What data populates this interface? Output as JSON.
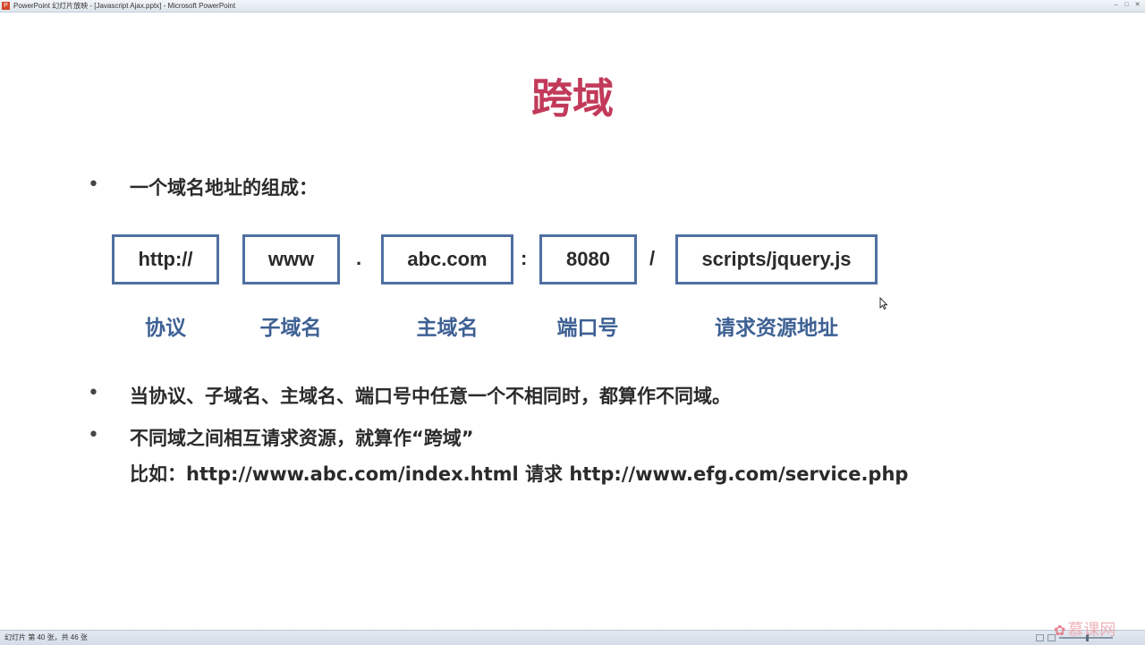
{
  "window": {
    "title": "PowerPoint 幻灯片放映 - [Javascript Ajax.pptx] - Microsoft PowerPoint",
    "app_icon": "P"
  },
  "slide": {
    "title": "跨域",
    "bullet1": "一个域名地址的组成：",
    "url_parts": {
      "protocol": "http://",
      "subdomain": "www",
      "dot": ".",
      "domain": "abc.com",
      "colon": ":",
      "port": "8080",
      "slash": "/",
      "resource": "scripts/jquery.js"
    },
    "labels": {
      "protocol": "协议",
      "subdomain": "子域名",
      "domain": "主域名",
      "port": "端口号",
      "resource": "请求资源地址"
    },
    "bullet2": "当协议、子域名、主域名、端口号中任意一个不相同时，都算作不同域。",
    "bullet3": "不同域之间相互请求资源，就算作“跨域”",
    "example": "比如：http://www.abc.com/index.html  请求  http://www.efg.com/service.php",
    "bullet_char": "•",
    "accent_color": "#c23a5a",
    "box_color": "#4f6fa0",
    "label_color": "#3e6194"
  },
  "status": {
    "slide_info": "幻灯片 第 40 张，共 46 张"
  },
  "watermark": {
    "text": "慕课网"
  }
}
